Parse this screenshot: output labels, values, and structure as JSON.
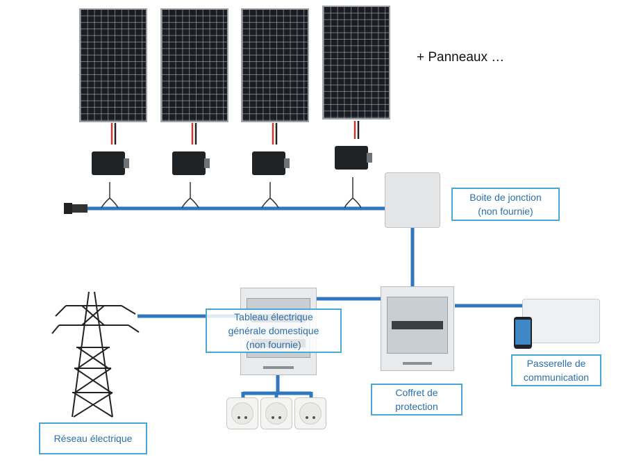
{
  "labels": {
    "extra_panels": "+ Panneaux …",
    "junction_box": [
      "Boite de jonction",
      "(non fournie)"
    ],
    "main_panel": [
      "Tableau électrique",
      "générale domestique",
      "(non fournie)"
    ],
    "protection_box": [
      "Coffret de",
      "protection"
    ],
    "gateway": [
      "Passerelle de",
      "communication"
    ],
    "grid": [
      "Réseau électrique"
    ]
  },
  "colors": {
    "wire": "#2f77c0",
    "label_border": "#4aa6d6",
    "label_text": "#2b6fae"
  },
  "components": {
    "solar_panels": 4,
    "micro_inverters": 4,
    "sockets": 3
  },
  "icons": [
    "solar-panel-icon",
    "micro-inverter-icon",
    "cable-end-connector-icon",
    "junction-box-icon",
    "pylon-icon",
    "electrical-panel-icon",
    "protection-box-icon",
    "gateway-icon",
    "smartphone-icon",
    "wall-socket-icon"
  ]
}
